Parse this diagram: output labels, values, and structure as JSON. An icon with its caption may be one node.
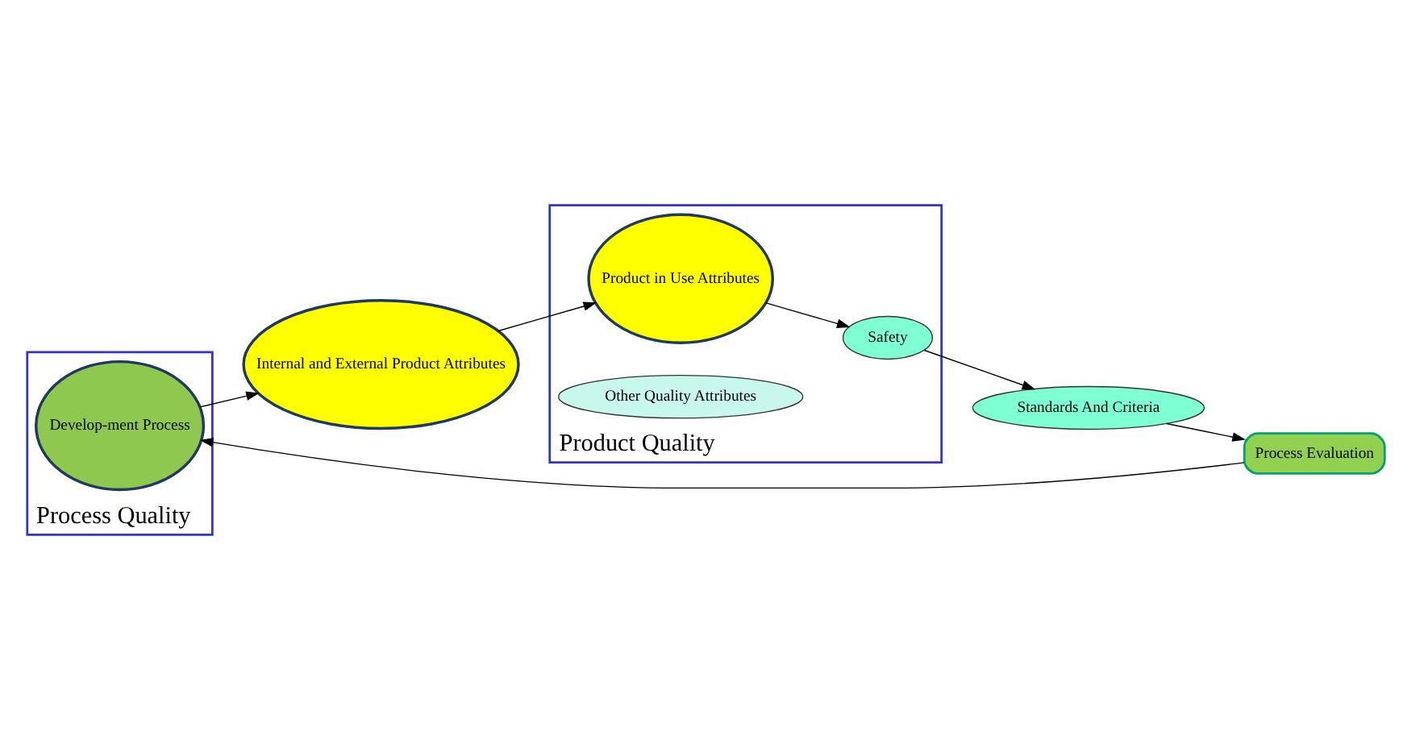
{
  "diagram": {
    "nodes": [
      {
        "text": [
          "Process Evaluation"
        ]
      },
      {
        "text": [
          "Standards And Criteria"
        ]
      },
      {
        "text": [
          "Process Quality"
        ]
      },
      {
        "text": [
          "Develop-ment Process"
        ],
        "in": 2
      },
      {
        "text": [
          "Product Quality"
        ]
      },
      {
        "text": [
          "Internal and External Product Attributes"
        ]
      },
      {
        "text": [
          "Product in Use Attributes"
        ],
        "in": 4
      },
      {
        "text": [
          "Safety"
        ],
        "in": 4
      },
      {
        "text": [
          "Other Quality Attributes"
        ],
        "in": 4
      }
    ],
    "edges": [
      {
        "from": 1,
        "to": 0,
        "arrow": "to"
      },
      {
        "from": 0,
        "to": 3,
        "arrow": "to"
      },
      {
        "from": 3,
        "to": 5,
        "arrow": "to"
      },
      {
        "from": 5,
        "to": 6,
        "arrow": "to"
      },
      {
        "from": 6,
        "to": 7,
        "arrow": "to"
      },
      {
        "from": 7,
        "to": 1,
        "arrow": "to"
      }
    ]
  }
}
